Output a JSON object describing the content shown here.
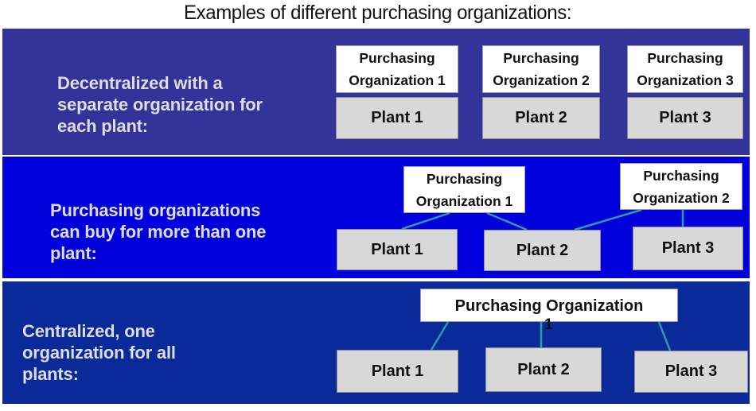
{
  "title": "Examples of different purchasing organizations:",
  "colors": {
    "band1": "#333399",
    "band2": "#0000DD",
    "band3": "#0A2A9A",
    "connector": "#2A9BA8",
    "org_box": "#FFFFFF",
    "plant_box": "#D8D8D8",
    "label_text": "#DCDCE4"
  },
  "sections": [
    {
      "label": "Decentralized with a\nseparate organization for\neach plant:",
      "orgs": [
        "Purchasing\nOrganization 1",
        "Purchasing\nOrganization 2",
        "Purchasing\nOrganization 3"
      ],
      "plants": [
        "Plant 1",
        "Plant 2",
        "Plant 3"
      ]
    },
    {
      "label": "Purchasing organizations\ncan buy for more than one\nplant:",
      "orgs": [
        "Purchasing\nOrganization 1",
        "Purchasing\nOrganization 2"
      ],
      "plants": [
        "Plant 1",
        "Plant 2",
        "Plant 3"
      ],
      "links": [
        [
          "Purchasing Organization 1",
          "Plant 1"
        ],
        [
          "Purchasing Organization 1",
          "Plant 2"
        ],
        [
          "Purchasing Organization 2",
          "Plant 2"
        ],
        [
          "Purchasing Organization 2",
          "Plant 3"
        ]
      ]
    },
    {
      "label": "Centralized, one\norganization for all\nplants:",
      "orgs": [
        "Purchasing Organization"
      ],
      "org_number": "1",
      "plants": [
        "Plant 1",
        "Plant 2",
        "Plant 3"
      ],
      "links": [
        [
          "Purchasing Organization 1",
          "Plant 1"
        ],
        [
          "Purchasing Organization 1",
          "Plant 2"
        ],
        [
          "Purchasing Organization 1",
          "Plant 3"
        ]
      ]
    }
  ]
}
